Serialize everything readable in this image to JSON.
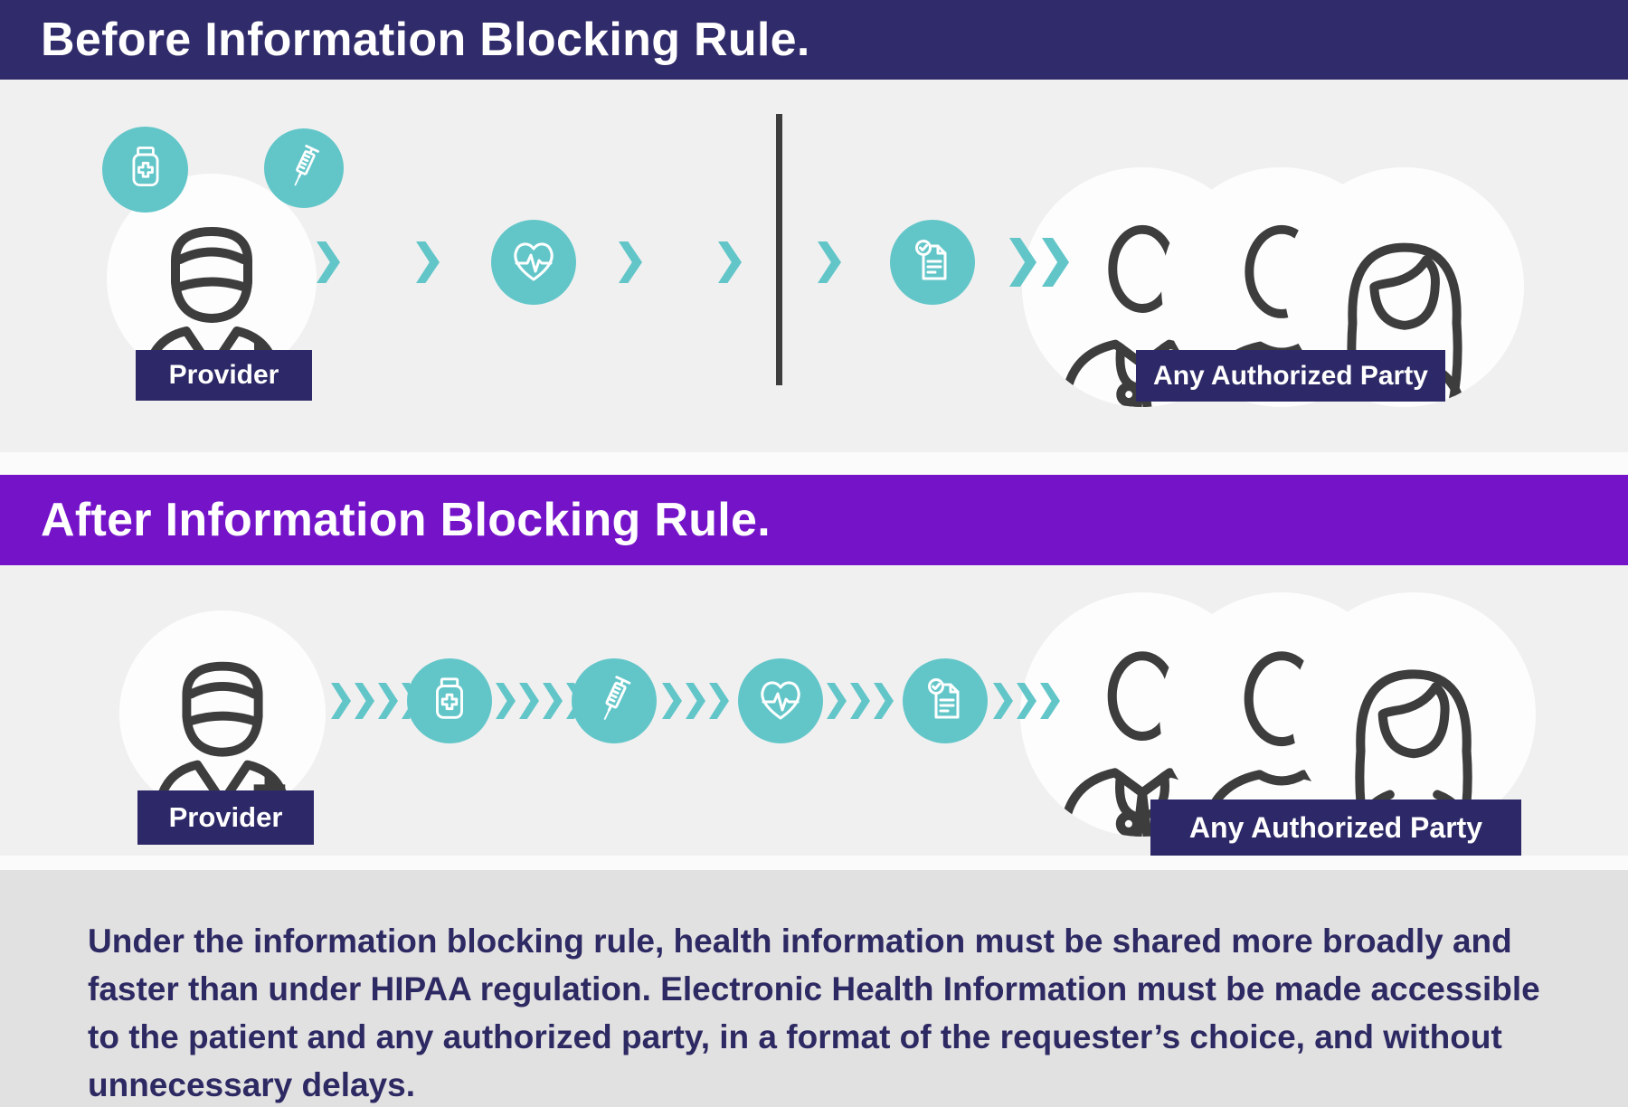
{
  "headers": {
    "before": "Before Information Blocking Rule.",
    "after": "After Information Blocking Rule."
  },
  "labels": {
    "provider": "Provider",
    "authorized_party": "Any Authorized Party"
  },
  "footer": {
    "lines": [
      "Under the information blocking rule, health information must be shared more broadly and",
      "faster than under HIPAA regulation. Electronic Health Information must be made accessible",
      "to the patient and any authorized party, in a format of the requester’s choice, and without",
      "unnecessary delays."
    ]
  },
  "flow_before": [
    "provider",
    "chevron",
    "chevron",
    "heartbeat",
    "chevron",
    "chevron",
    "blocking-line",
    "chevron",
    "document-check",
    "double-chevron",
    "authorized-parties"
  ],
  "flow_after": [
    "provider",
    "chevrons-4",
    "pill-bottle",
    "chevrons-4",
    "syringe",
    "chevrons-3",
    "heartbeat",
    "chevrons-3",
    "document-check",
    "chevrons-3",
    "authorized-parties"
  ],
  "icons": {
    "pill_bottle": "medicine-bottle-with-cross",
    "syringe": "syringe",
    "heartbeat": "heart-with-ekg-line",
    "document_check": "document-with-check-badge",
    "provider": "masked-clinician-with-cross",
    "doctor": "doctor-with-stethoscope",
    "person": "generic-person",
    "woman": "woman-long-hair",
    "chevron": "teal-right-chevron",
    "blocking_line": "vertical-block-bar"
  },
  "colors": {
    "navy_header": "#302b6a",
    "purple_header": "#7513c9",
    "teal": "#62c6c9",
    "section_bg": "#f1f0f0",
    "footer_bg": "#e2e1e1",
    "gap_bg": "#fcfbfc",
    "label_navy": "#2d2968",
    "text_navy": "#2d2963",
    "icon_dark": "#3d3d3d",
    "circle_white": "#fdfdfd"
  }
}
